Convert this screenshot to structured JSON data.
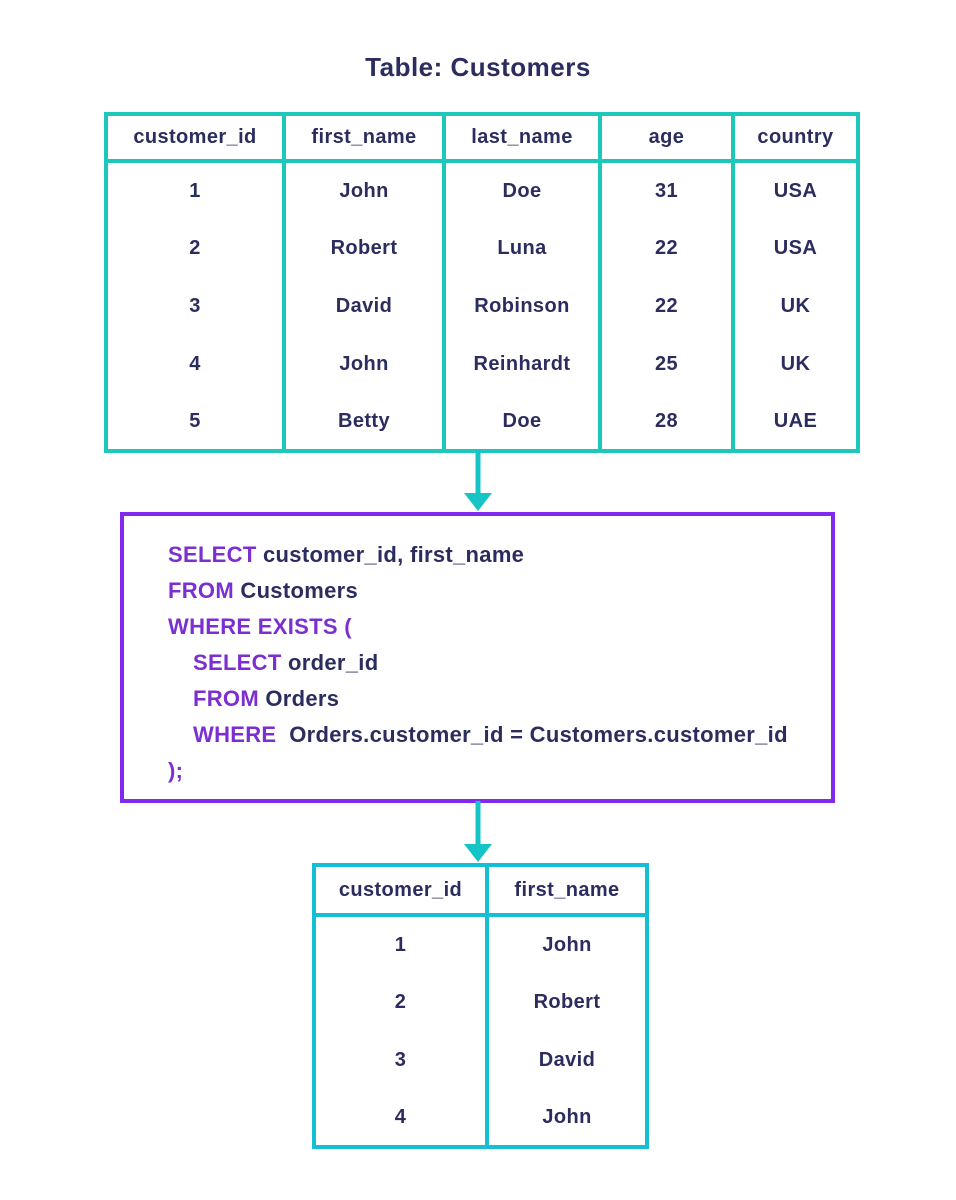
{
  "colors": {
    "navy": "#2b2d5f",
    "teal": "#1dc7b9",
    "cyan": "#14bfd4",
    "arrow": "#15c4c6",
    "box_purple": "#8129ec",
    "keyword_purple": "#7c2fd1"
  },
  "title": "Table: Customers",
  "customers_table": {
    "columns": [
      "customer_id",
      "first_name",
      "last_name",
      "age",
      "country"
    ],
    "rows": [
      [
        "1",
        "John",
        "Doe",
        "31",
        "USA"
      ],
      [
        "2",
        "Robert",
        "Luna",
        "22",
        "USA"
      ],
      [
        "3",
        "David",
        "Robinson",
        "22",
        "UK"
      ],
      [
        "4",
        "John",
        "Reinhardt",
        "25",
        "UK"
      ],
      [
        "5",
        "Betty",
        "Doe",
        "28",
        "UAE"
      ]
    ]
  },
  "sql_query": {
    "lines": [
      {
        "indent": 0,
        "segments": [
          {
            "t": "SELECT",
            "k": true
          },
          {
            "t": " customer_id, first_name",
            "k": false
          }
        ]
      },
      {
        "indent": 0,
        "segments": [
          {
            "t": "FROM",
            "k": true
          },
          {
            "t": " Customers",
            "k": false
          }
        ]
      },
      {
        "indent": 0,
        "segments": [
          {
            "t": "WHERE EXISTS (",
            "k": true
          }
        ]
      },
      {
        "indent": 1,
        "segments": [
          {
            "t": "SELECT",
            "k": true
          },
          {
            "t": " order_id",
            "k": false
          }
        ]
      },
      {
        "indent": 1,
        "segments": [
          {
            "t": "FROM",
            "k": true
          },
          {
            "t": " Orders",
            "k": false
          }
        ]
      },
      {
        "indent": 1,
        "segments": [
          {
            "t": "WHERE",
            "k": true
          },
          {
            "t": "  Orders.customer_id = Customers.customer_id",
            "k": false
          }
        ]
      },
      {
        "indent": 0,
        "segments": [
          {
            "t": ");",
            "k": true
          }
        ]
      }
    ]
  },
  "result_table": {
    "columns": [
      "customer_id",
      "first_name"
    ],
    "rows": [
      [
        "1",
        "John"
      ],
      [
        "2",
        "Robert"
      ],
      [
        "3",
        "David"
      ],
      [
        "4",
        "John"
      ]
    ]
  }
}
